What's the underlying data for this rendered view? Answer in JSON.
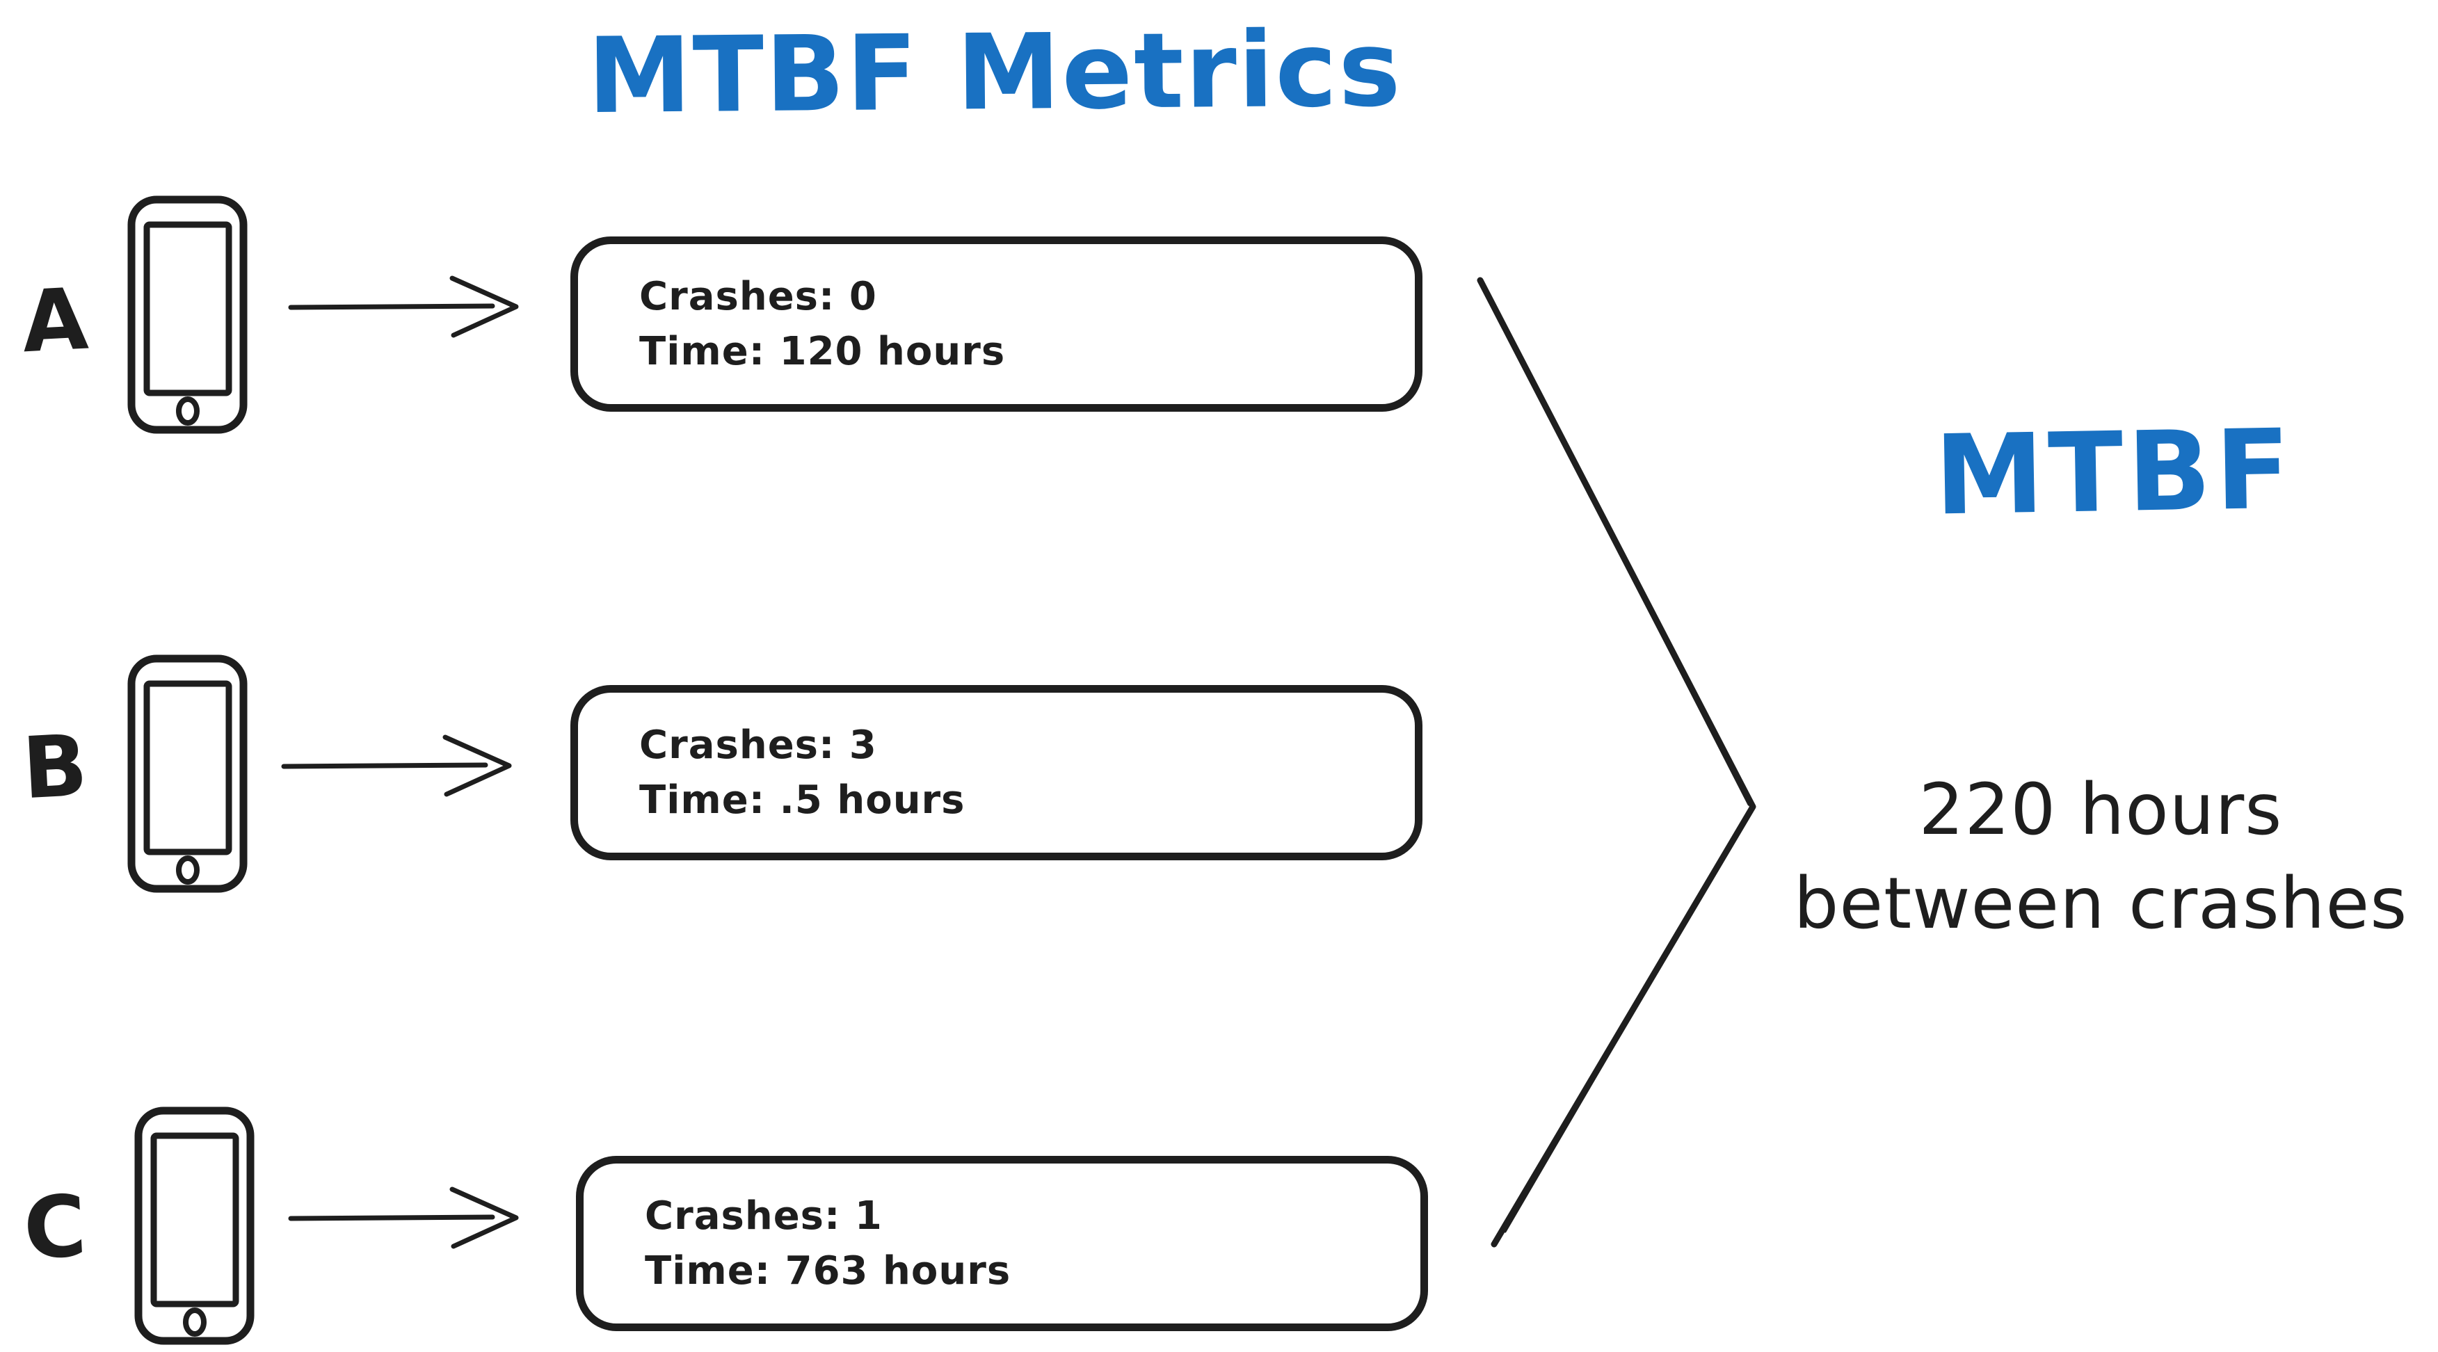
{
  "title": "MTBF Metrics",
  "colors": {
    "accent_blue": "#1971c2",
    "ink_black": "#1e1e1e"
  },
  "devices": [
    {
      "label": "A",
      "crashes": "Crashes: 0",
      "time": "Time: 120 hours"
    },
    {
      "label": "B",
      "crashes": "Crashes: 3",
      "time": "Time: .5 hours"
    },
    {
      "label": "C",
      "crashes": "Crashes: 1",
      "time": "Time: 763 hours"
    }
  ],
  "result": {
    "heading": "MTBF",
    "line1": "220 hours",
    "line2": "between crashes"
  },
  "icons": {
    "phone": "smartphone-icon",
    "arrow": "right-arrow-icon",
    "chevron": "converge-chevron-icon"
  }
}
